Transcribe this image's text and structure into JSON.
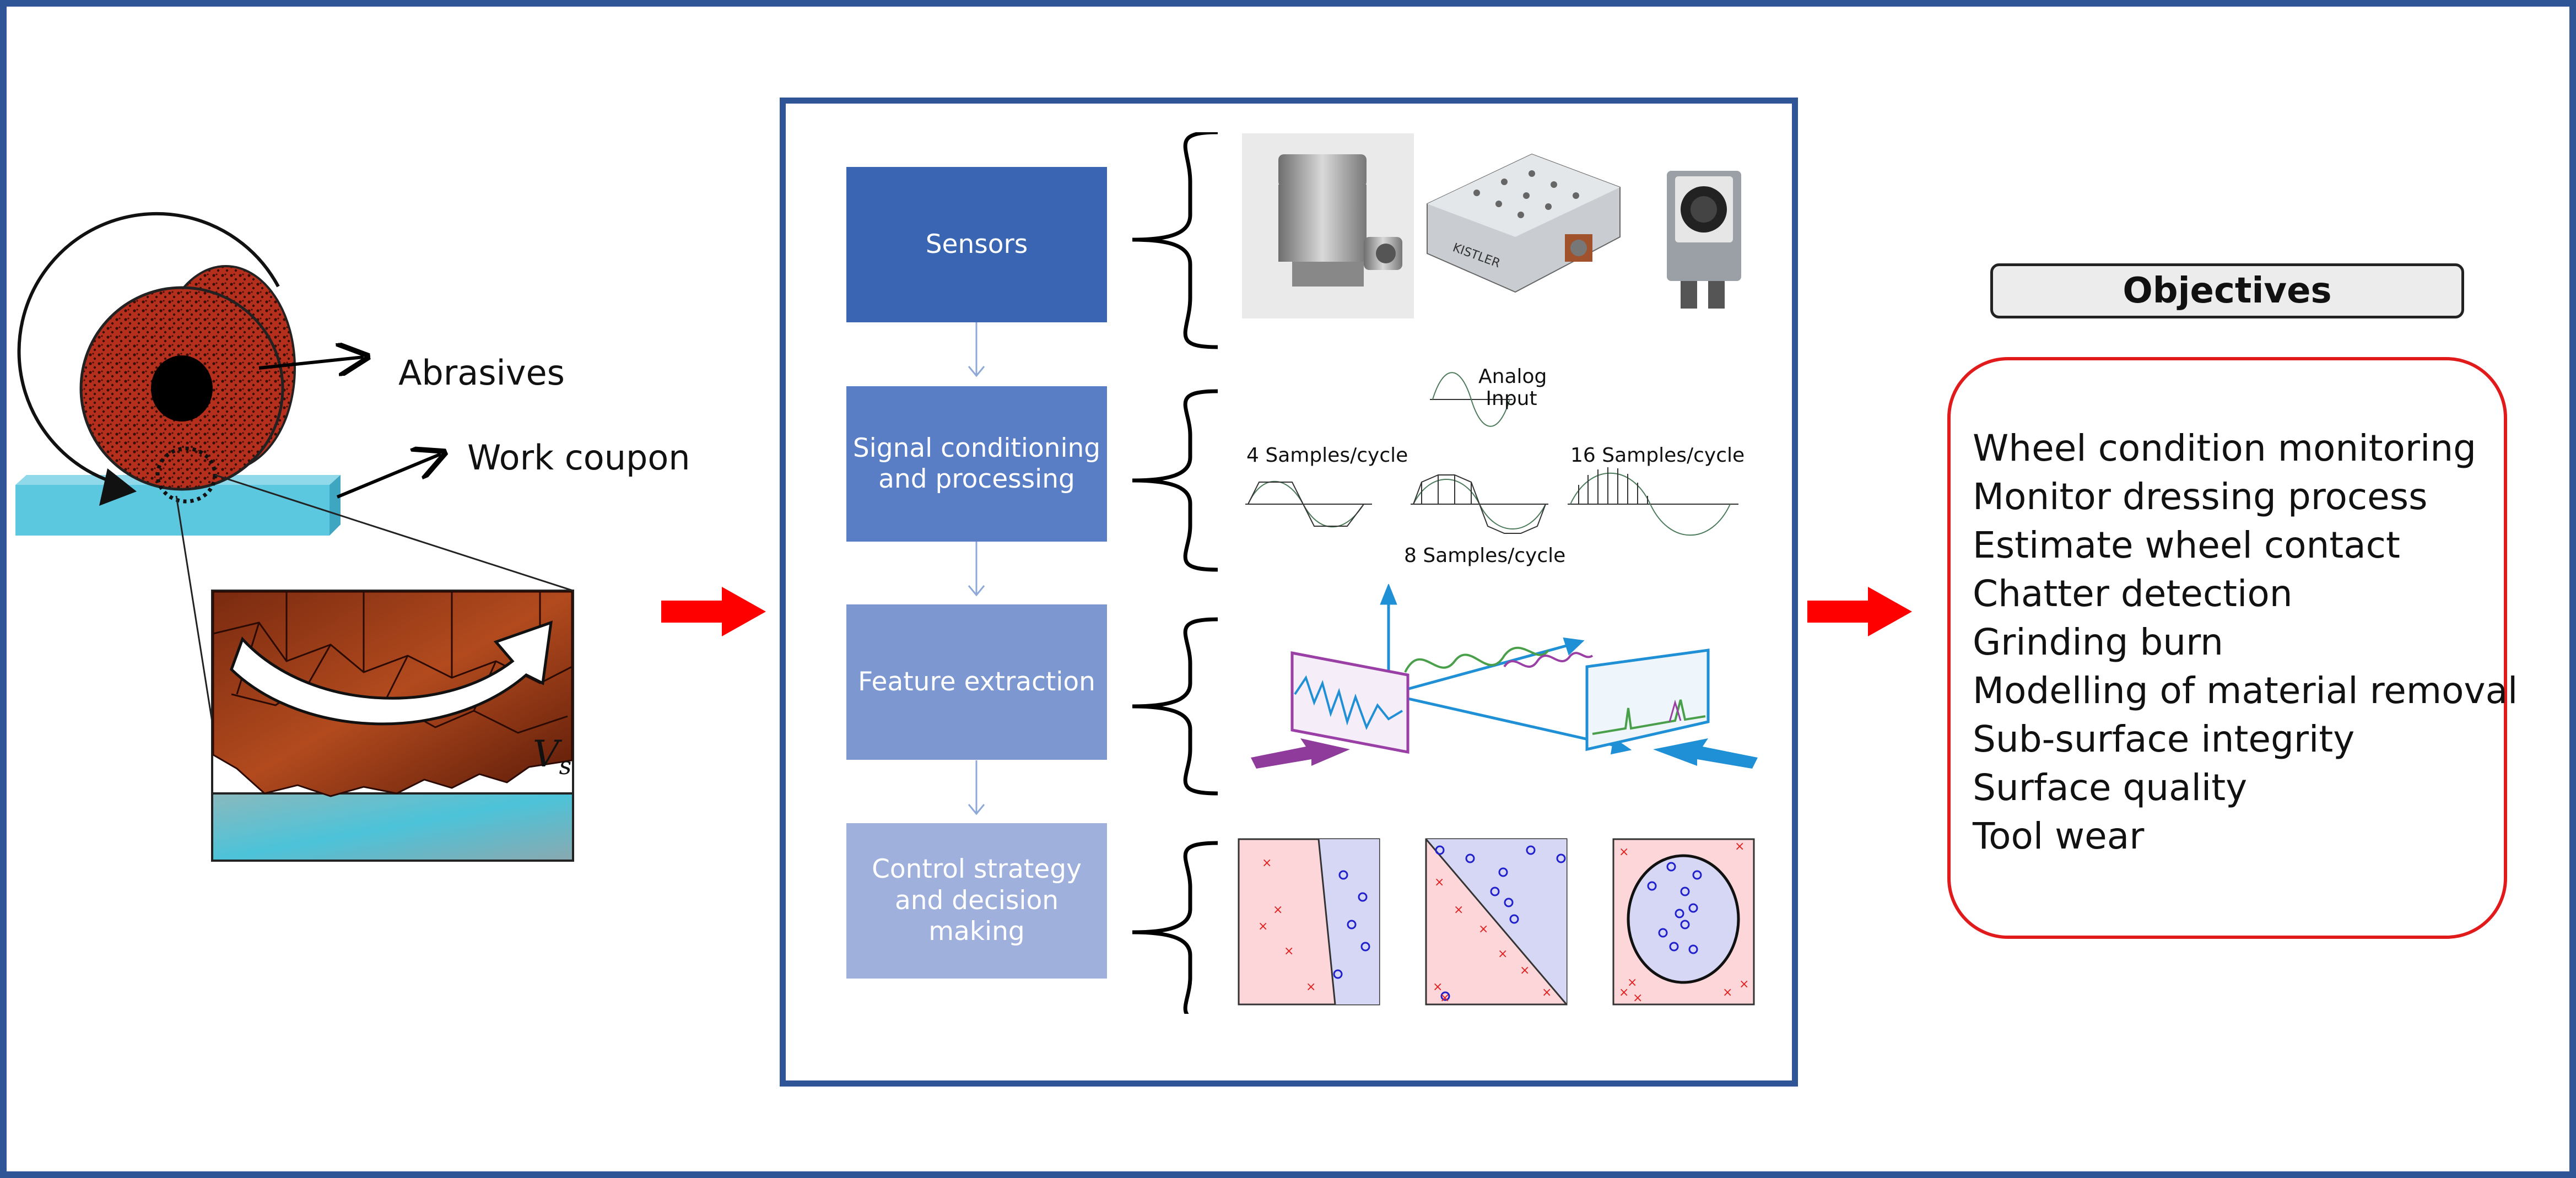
{
  "left_labels": {
    "abrasives": "Abrasives",
    "work_coupon": "Work coupon",
    "velocity_symbol": "V",
    "velocity_subscript": "s"
  },
  "stages": [
    {
      "label": "Sensors",
      "color": "#3a65b3"
    },
    {
      "label": "Signal conditioning and processing",
      "color": "#5a7ec6"
    },
    {
      "label": "Feature extraction",
      "color": "#7d97d1"
    },
    {
      "label": "Control strategy and decision making",
      "color": "#9fb0dc"
    }
  ],
  "sampling": {
    "analog_input": "Analog Input",
    "four": "4 Samples/cycle",
    "eight": "8 Samples/cycle",
    "sixteen": "16 Samples/cycle"
  },
  "sensor_brand": "KISTLER",
  "objectives": {
    "title": "Objectives",
    "items": [
      "Wheel condition monitoring",
      "Monitor dressing process",
      "Estimate wheel contact",
      "Chatter detection",
      "Grinding burn",
      "Modelling of material removal",
      "Sub-surface integrity",
      "Surface quality",
      "Tool wear"
    ]
  },
  "colors": {
    "frame": "#2f5597",
    "arrow": "#ff0000",
    "wheel": "#b5301c",
    "coupon": "#5bc8e0",
    "objectives_border": "#e11b1b"
  }
}
